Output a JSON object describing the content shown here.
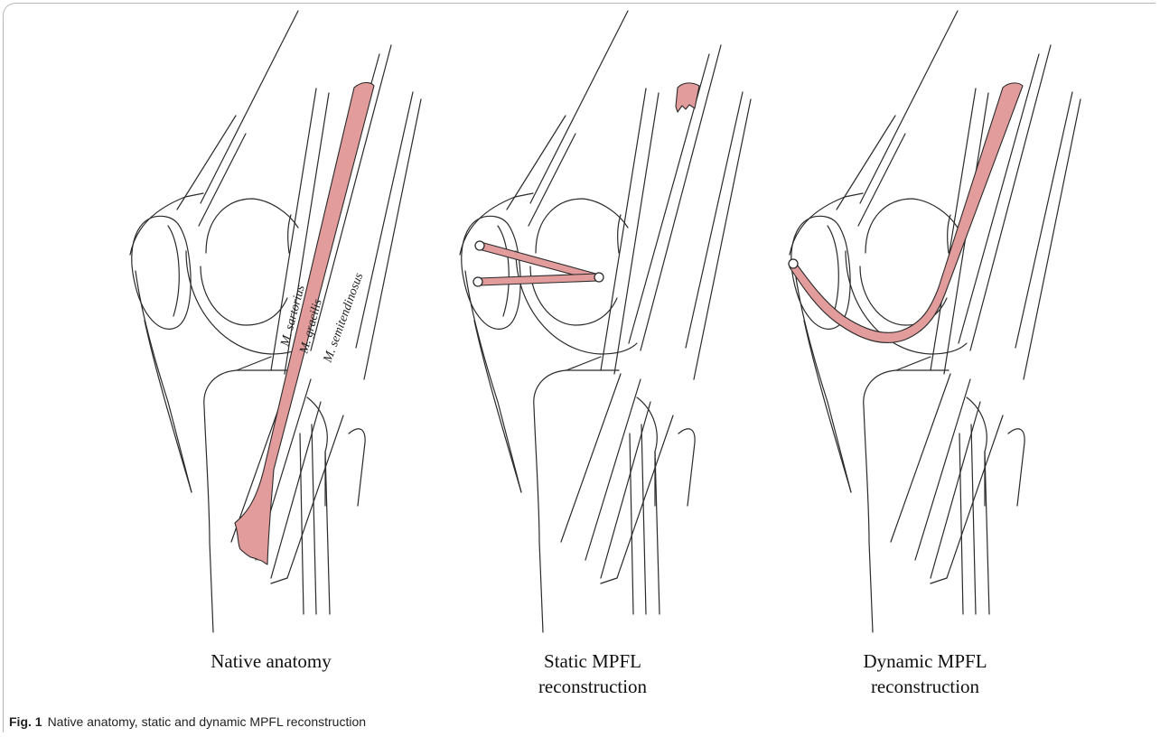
{
  "panels": [
    {
      "label_lines": [
        "Native anatomy"
      ]
    },
    {
      "label_lines": [
        "Static MPFL",
        "reconstruction"
      ]
    },
    {
      "label_lines": [
        "Dynamic MPFL",
        "reconstruction"
      ]
    }
  ],
  "muscle_labels": {
    "sartorius": "M. sartorius",
    "gracilis": "M. gracilis",
    "semitendinosus": "M. semitendinosus"
  },
  "caption": {
    "number": "Fig. 1",
    "text": "Native anatomy, static and dynamic MPFL reconstruction"
  },
  "colors": {
    "tendon_fill": "#e39c9c",
    "outline": "#2a2a2a"
  }
}
